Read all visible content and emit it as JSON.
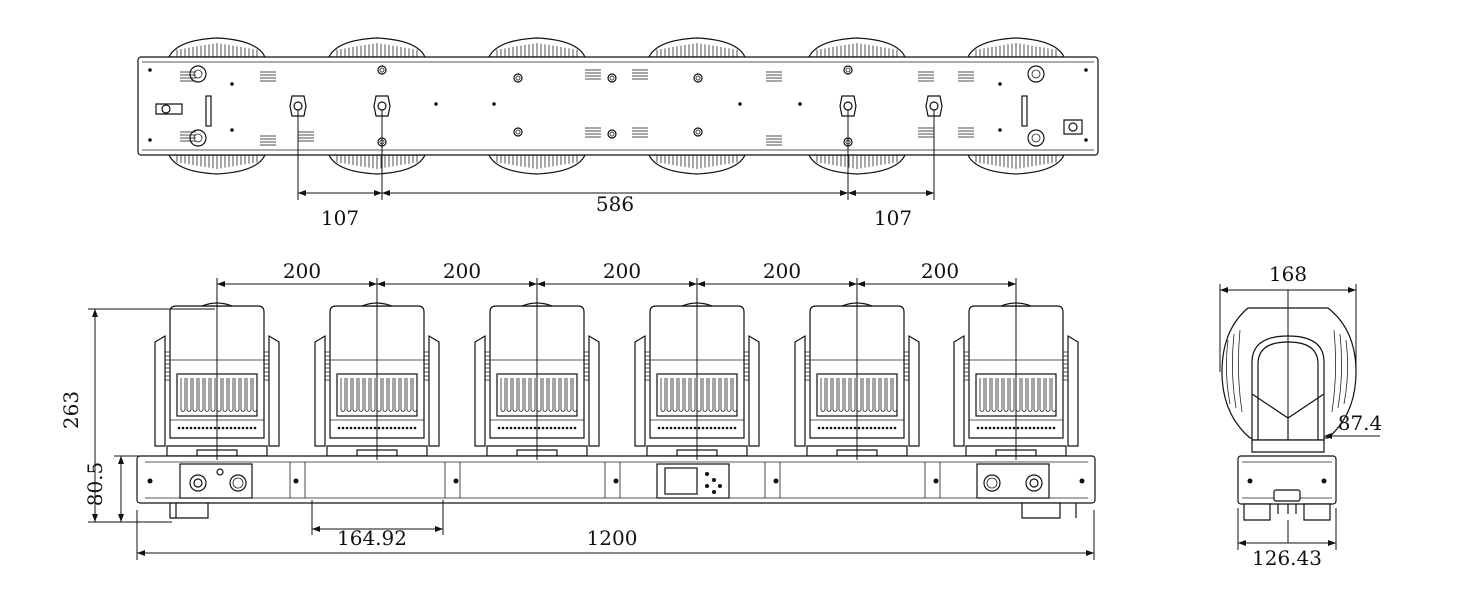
{
  "top_view": {
    "dimensions": [
      "107",
      "586",
      "107"
    ]
  },
  "front_view": {
    "head_spacing": [
      "200",
      "200",
      "200",
      "200",
      "200"
    ],
    "total_height": "263",
    "base_height": "80.5",
    "panel_width": "164.92",
    "total_length": "1200"
  },
  "side_view": {
    "head_width": "168",
    "pivot_height": "87.4",
    "base_width": "126.43"
  }
}
